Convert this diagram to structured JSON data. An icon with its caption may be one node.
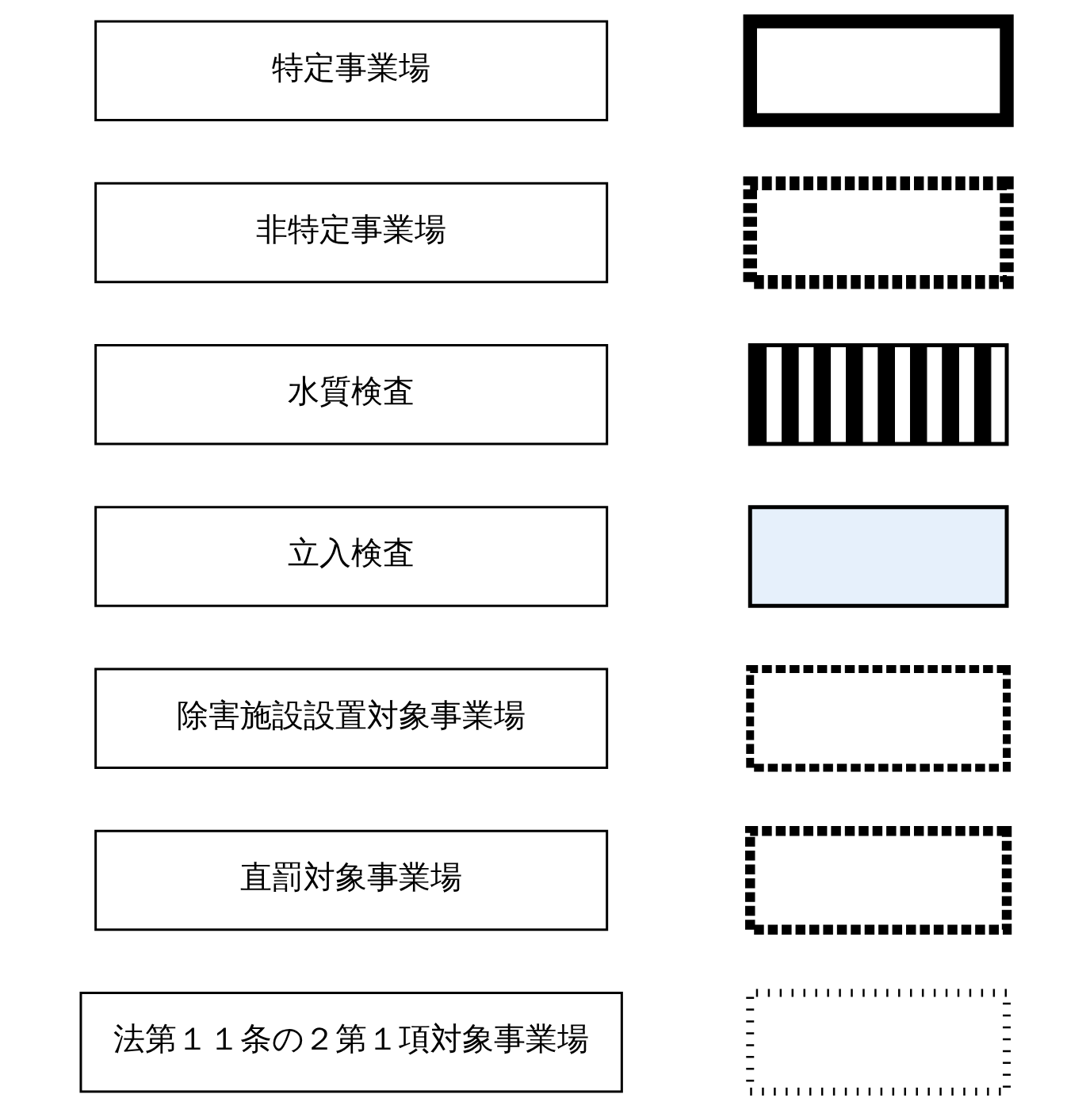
{
  "diagram": {
    "nodes": [
      {
        "text": [
          "特定事業場"
        ]
      },
      {
        "text": [
          "非特定事業場"
        ]
      },
      {
        "text": [
          "水質検査"
        ]
      },
      {
        "text": [
          "立入検査"
        ]
      },
      {
        "text": [
          "除害施設設置対象事業場"
        ]
      },
      {
        "text": [
          "直罰対象事業場"
        ]
      },
      {
        "text": [
          "法第１１条の２第１項対象事業場"
        ]
      },
      {
        "text": [],
        "shape": "box"
      },
      {
        "text": [],
        "shape": "box"
      },
      {
        "text": [],
        "shape": "box"
      },
      {
        "text": [],
        "shape": "box"
      },
      {
        "text": [],
        "shape": "box"
      },
      {
        "text": [],
        "shape": "box"
      },
      {
        "text": [],
        "shape": "box"
      }
    ]
  }
}
